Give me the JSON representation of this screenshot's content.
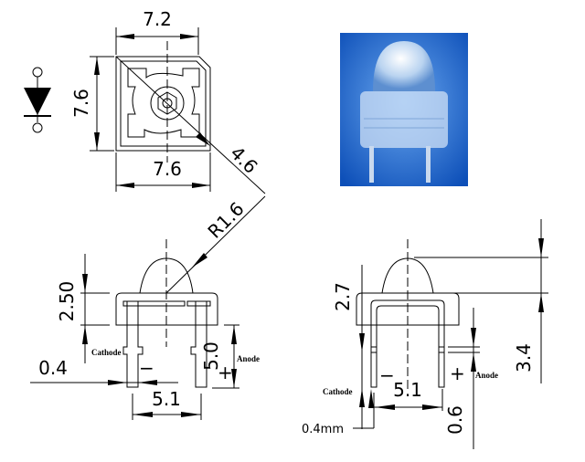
{
  "top_view": {
    "width_top": "7.2",
    "height_left": "7.6",
    "width_bottom": "7.6",
    "diagonal": "4.6"
  },
  "side_view_left": {
    "radius": "R1.6",
    "body_height": "2.50",
    "lead_step": "5.0",
    "lead_width": "0.4",
    "pitch": "5.1",
    "cathode_label": "Cathode",
    "anode_label": "Anode",
    "minus": "−",
    "plus": "+"
  },
  "side_view_right": {
    "total_height": "2.7",
    "lead_length": "3.4",
    "bend": "0.6",
    "lead_width": "0.4mm",
    "pitch": "5.1",
    "cathode_label": "Cathode",
    "anode_label": "Anode",
    "minus": "−",
    "plus": "+"
  },
  "photo": {
    "background_color": "#1e64c8"
  }
}
